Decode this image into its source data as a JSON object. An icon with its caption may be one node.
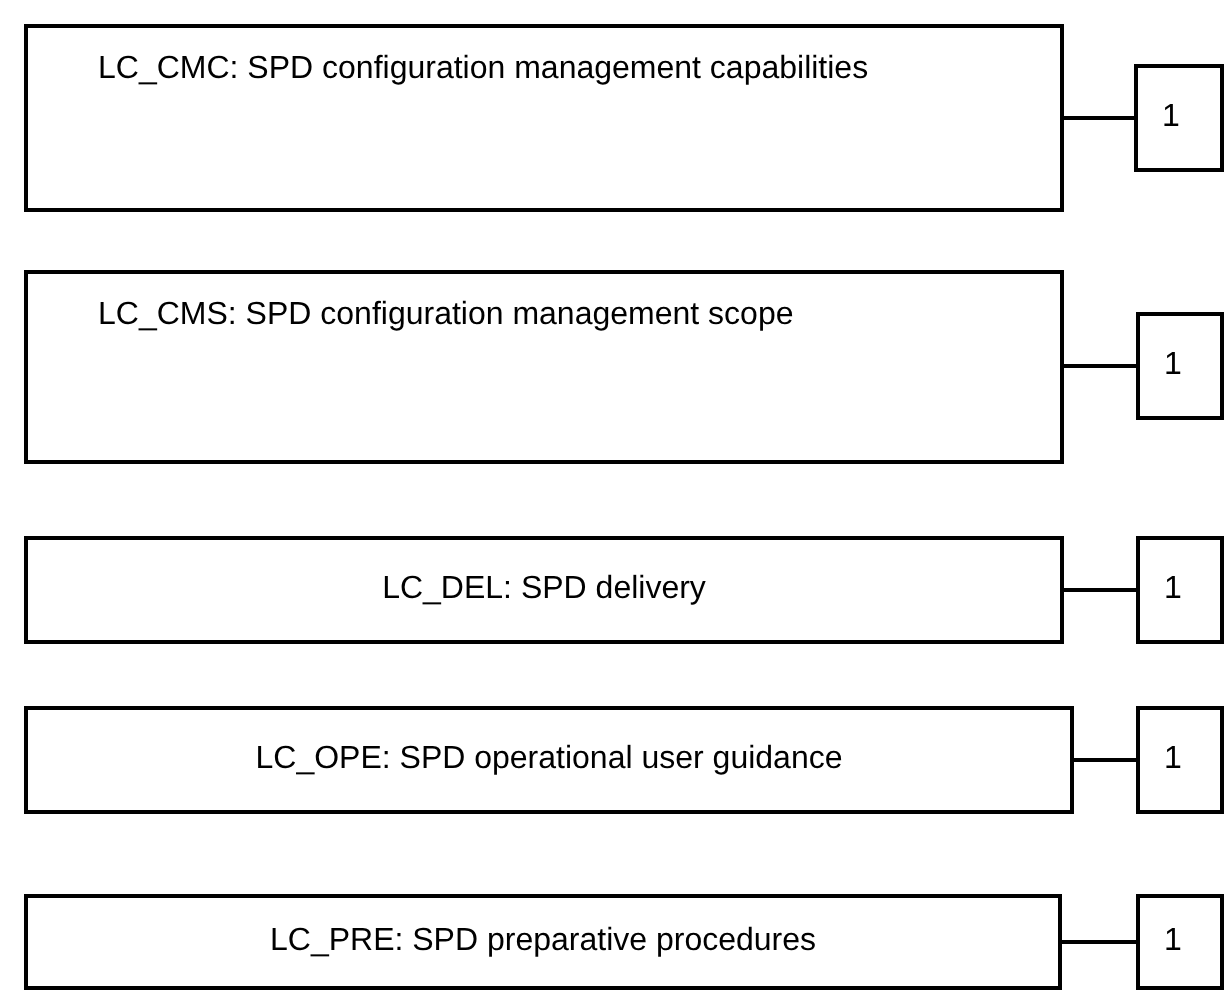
{
  "diagram": {
    "nodes": [
      {
        "text": [
          "LC_CMC: SPD configuration management capabilities"
        ]
      },
      {
        "text": [
          "1"
        ]
      },
      {
        "text": [
          "LC_CMS: SPD configuration management scope"
        ]
      },
      {
        "text": [
          "1"
        ]
      },
      {
        "text": [
          "LC_DEL: SPD delivery"
        ]
      },
      {
        "text": [
          "1"
        ]
      },
      {
        "text": [
          "LC_OPE: SPD operational user guidance"
        ]
      },
      {
        "text": [
          "1"
        ]
      },
      {
        "text": [
          "LC_PRE: SPD preparative procedures"
        ]
      },
      {
        "text": [
          "1"
        ]
      }
    ],
    "edges": [
      {
        "from": 0,
        "to": 1,
        "arrow": "none"
      },
      {
        "from": 2,
        "to": 3,
        "arrow": "none"
      },
      {
        "from": 4,
        "to": 5,
        "arrow": "none"
      },
      {
        "from": 6,
        "to": 7,
        "arrow": "none"
      },
      {
        "from": 8,
        "to": 9,
        "arrow": "none"
      }
    ]
  }
}
